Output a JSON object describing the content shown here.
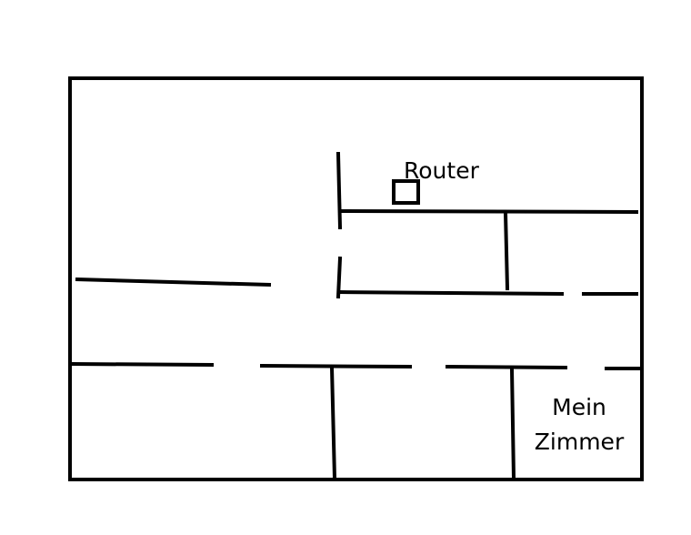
{
  "diagram": {
    "labels": {
      "router": "Router",
      "my_room_line1": "Mein",
      "my_room_line2": "Zimmer"
    },
    "colors": {
      "line": "#000000",
      "background": "#ffffff"
    }
  }
}
